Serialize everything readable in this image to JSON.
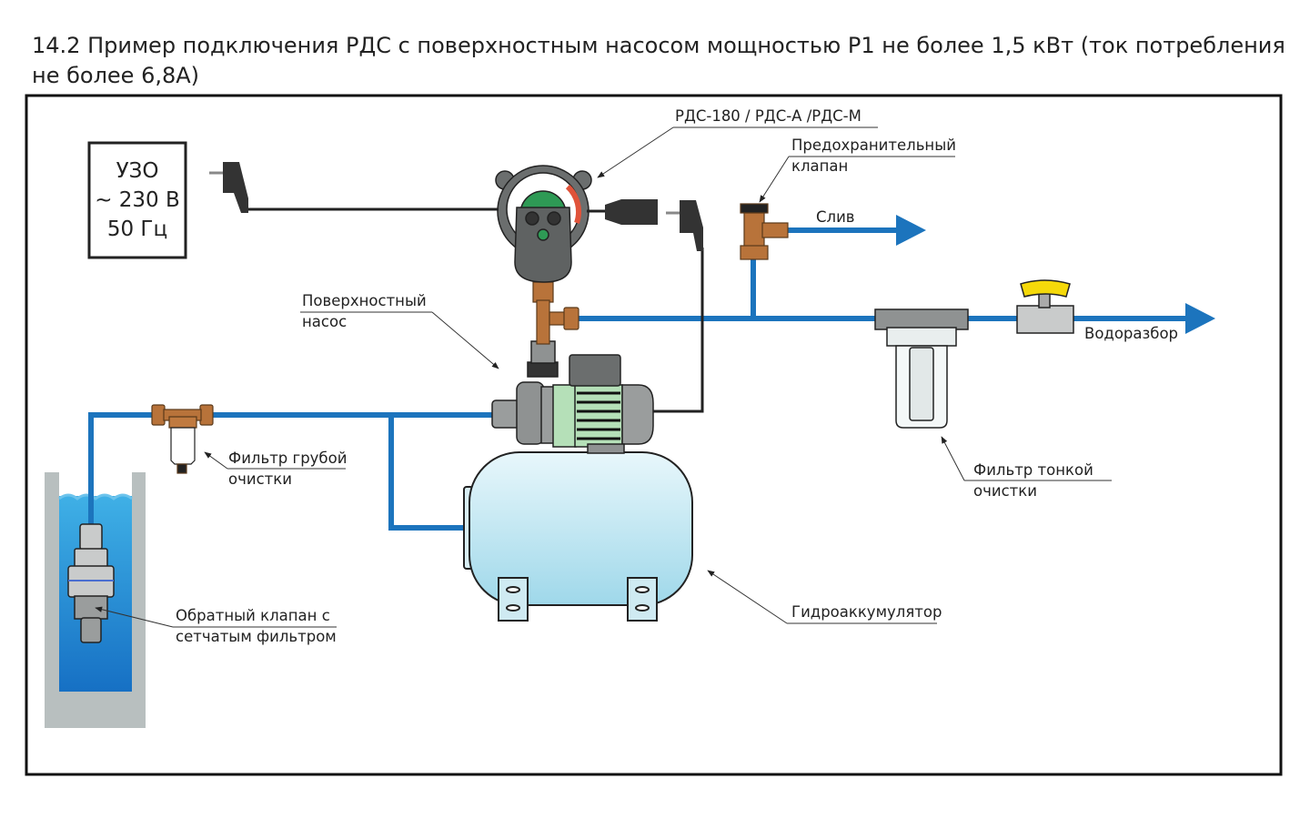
{
  "title": "14.2   Пример подключения РДС с поверхностным насосом мощностью P1 не более 1,5 кВт (ток потребления не более 6,8А)",
  "uzo": {
    "line1": "УЗО",
    "line2": "~ 230 В",
    "line3": "50 Гц"
  },
  "labels": {
    "rds": "РДС-180 / РДС-А /РДС-М",
    "relief_1": "Предохранительный",
    "relief_2": "клапан",
    "drain": "Слив",
    "outlet": "Водоразбор",
    "pump_1": "Поверхностный",
    "pump_2": "насос",
    "coarse_1": "Фильтр грубой",
    "coarse_2": "очистки",
    "fine_1": "Фильтр тонкой",
    "fine_2": "очистки",
    "tank": "Гидроаккумулятор",
    "check_1": "Обратный клапан с",
    "check_2": "сетчатым фильтром"
  },
  "colors": {
    "pipe": "#1c74bd",
    "brass": "#b8733a",
    "tank": "#bfe6f2",
    "water": "#1e8fd6",
    "well": "#b8bfbf",
    "gauge_face": "#2e9a55",
    "motor": "#b5e0b8"
  }
}
